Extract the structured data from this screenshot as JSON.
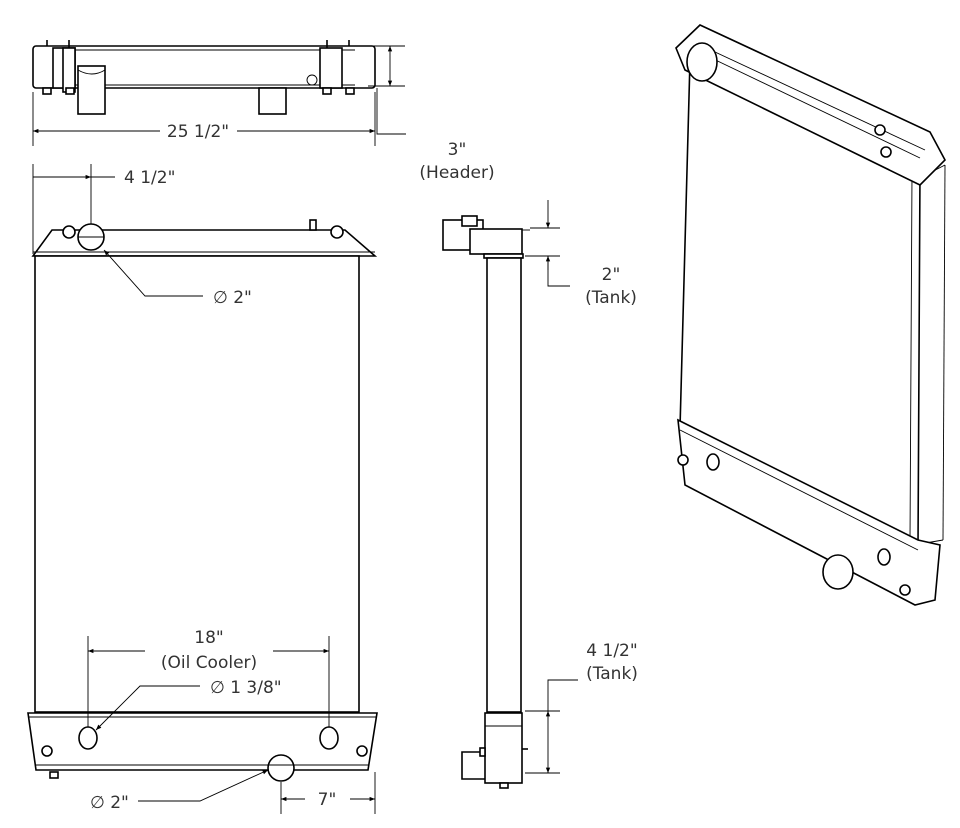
{
  "top_view": {
    "width_label": "25 1/2\"",
    "header_height_label": "3\"",
    "header_caption": "(Header)"
  },
  "front_view": {
    "inlet_offset_label": "4 1/2\"",
    "inlet_diameter_label": "∅ 2\"",
    "oil_cooler_spacing_label": "18\"",
    "oil_cooler_caption": "(Oil Cooler)",
    "oil_cooler_diameter_label": "∅ 1 3/8\"",
    "outlet_diameter_label": "∅ 2\"",
    "outlet_offset_label": "7\""
  },
  "side_view": {
    "top_tank_label": "2\"",
    "top_tank_caption": "(Tank)",
    "bottom_tank_label": "4 1/2\"",
    "bottom_tank_caption": "(Tank)"
  }
}
